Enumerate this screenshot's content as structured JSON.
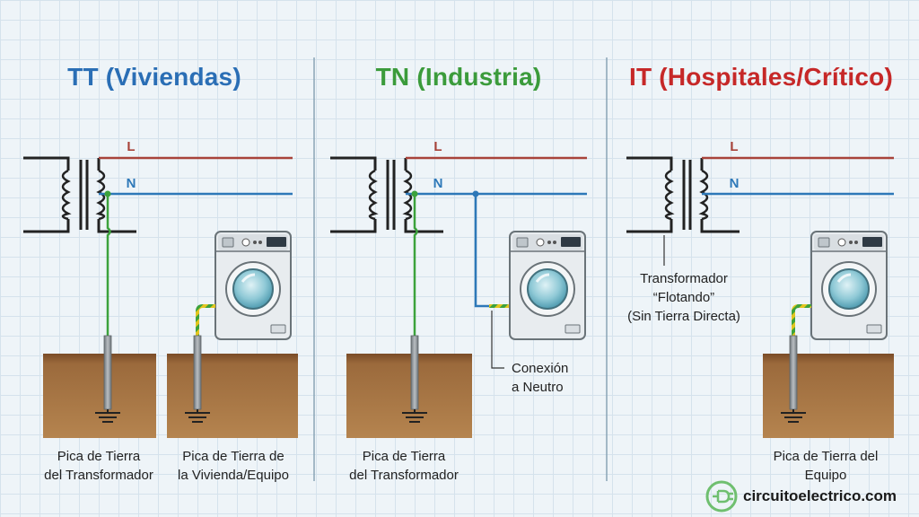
{
  "columns": [
    {
      "id": "tt",
      "code": "TT",
      "name": "(Viviendas)",
      "color": "#2a6eb5",
      "labels": {
        "line": "L",
        "neutral": "N"
      },
      "captions": [
        [
          "Pica de Tierra",
          "del Transformador"
        ],
        [
          "Pica de Tierra de",
          "la Vivienda/Equipo"
        ]
      ]
    },
    {
      "id": "tn",
      "code": "TN",
      "name": "(Industria)",
      "color": "#3b9b3b",
      "labels": {
        "line": "L",
        "neutral": "N"
      },
      "captions": [
        [
          "Pica de Tierra",
          "del Transformador"
        ]
      ],
      "callout": [
        "Conexión",
        "a Neutro"
      ]
    },
    {
      "id": "it",
      "code": "IT",
      "name": "(Hospitales/Crítico)",
      "color": "#c62828",
      "labels": {
        "line": "L",
        "neutral": "N"
      },
      "captions": [
        [
          "Pica de Tierra del",
          "Equipo"
        ]
      ],
      "callout": [
        "Transformador",
        "“Flotando”",
        "(Sin Tierra Directa)"
      ]
    }
  ],
  "colors": {
    "line_wire": "#a8433a",
    "neutral_wire": "#2d78b8",
    "earth_wire": "#3ca23c",
    "earth_stripe": "#e3c51f",
    "soil": "#a16f3e",
    "soil_dark": "#6e4524",
    "rod": "#8c9398"
  },
  "brand": {
    "text": "circuitoelectrico.com",
    "icon": "plug-logo-icon"
  }
}
